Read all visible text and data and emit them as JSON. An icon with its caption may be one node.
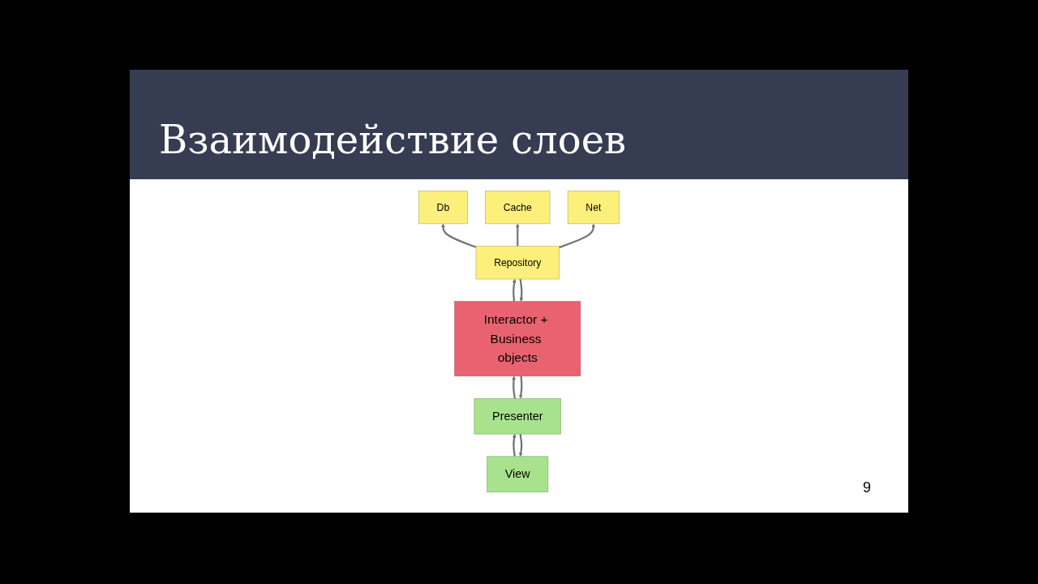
{
  "diagram": {
    "title": "Взаимодействие слоев",
    "nodes": [
      {
        "text": [
          "View"
        ]
      },
      {
        "text": [
          "Presenter"
        ]
      },
      {
        "text": [
          "Db"
        ]
      },
      {
        "text": [
          "Cache"
        ]
      },
      {
        "text": [
          "Net"
        ]
      },
      {
        "text": [
          "Repository"
        ]
      },
      {
        "text": [
          "Interactor + Business objects"
        ]
      }
    ],
    "edges": [
      {
        "from": 1,
        "to": 0,
        "arrow": "to"
      },
      {
        "from": 0,
        "to": 1,
        "arrow": "to"
      },
      {
        "from": 5,
        "to": 2,
        "arrow": "to"
      },
      {
        "from": 5,
        "to": 3,
        "arrow": "to"
      },
      {
        "from": 5,
        "to": 4,
        "arrow": "to"
      },
      {
        "from": 6,
        "to": 1,
        "arrow": "to"
      },
      {
        "from": 1,
        "to": 6,
        "arrow": "to"
      },
      {
        "from": 6,
        "to": 5,
        "arrow": "to"
      },
      {
        "from": 5,
        "to": 6,
        "arrow": "to"
      }
    ],
    "labels": [
      "9"
    ]
  }
}
